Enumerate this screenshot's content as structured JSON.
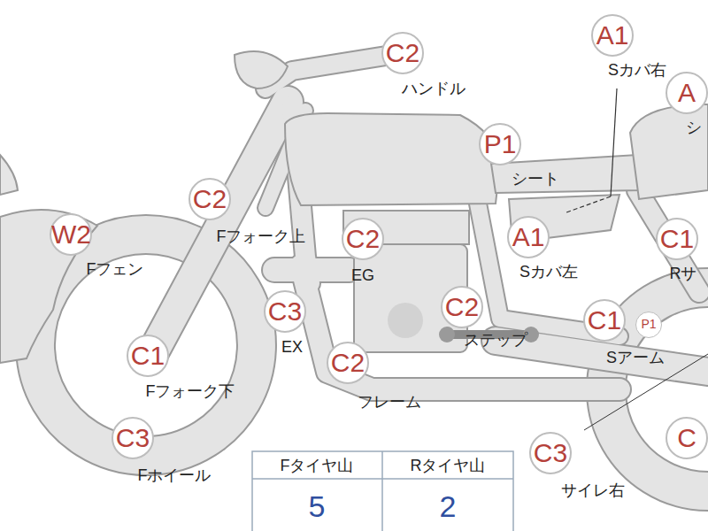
{
  "diagram": {
    "labels": [
      "C2",
      "ハンドル",
      "A1",
      "Sカバ右",
      "A",
      "シ",
      "P1",
      "シート",
      "C2",
      "Fフォーク上",
      "W2",
      "Fフェン",
      "C2",
      "EG",
      "A1",
      "Sカバ左",
      "C1",
      "Rサ",
      "C3",
      "EX",
      "C2",
      "ステップ",
      "C1",
      "P1",
      "Sアーム",
      "C1",
      "Fフォーク下",
      "C2",
      "フレーム",
      "C3",
      "Fホイール",
      "C3",
      "サイレ右",
      "C",
      "Fタイヤ山",
      "Rタイヤ山",
      "5",
      "2"
    ]
  }
}
